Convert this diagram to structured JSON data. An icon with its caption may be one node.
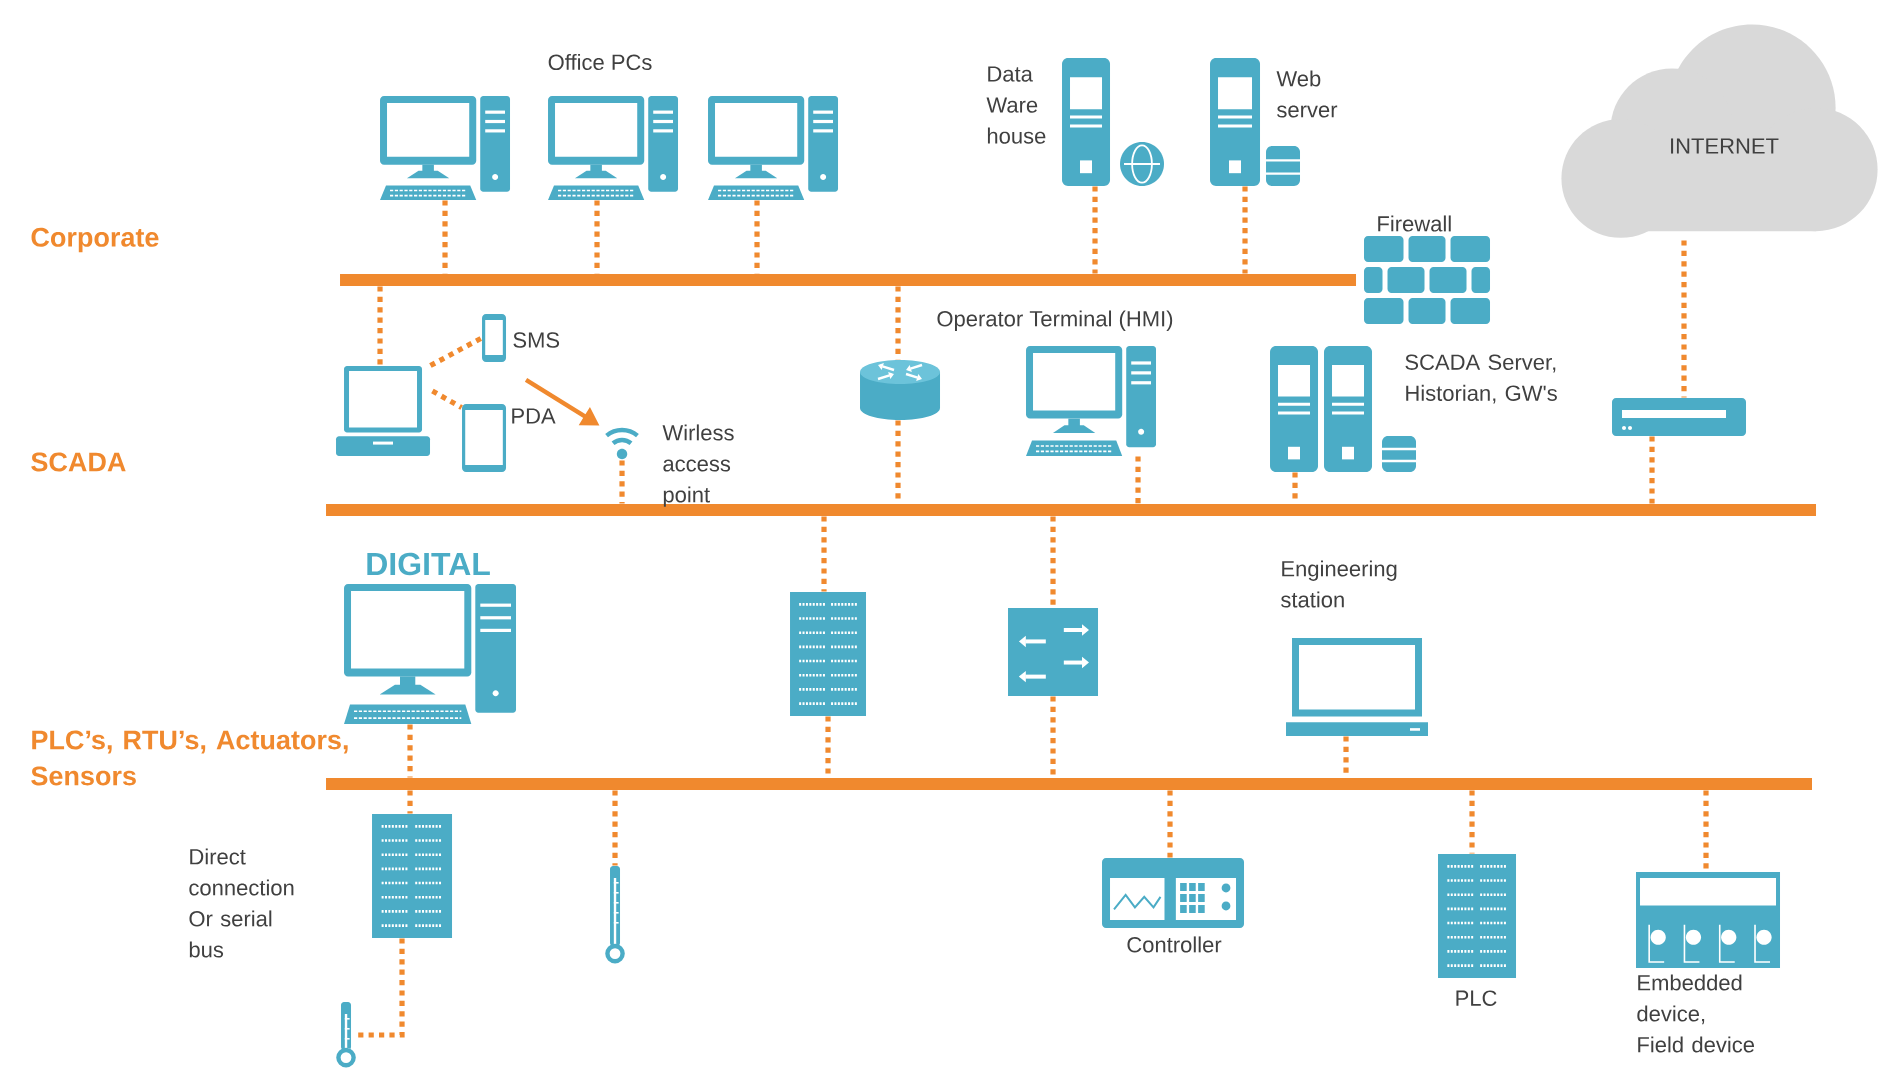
{
  "diagram": {
    "nodes": [
      {
        "text": [],
        "shape": "bar"
      },
      {
        "text": [],
        "shape": "bar"
      },
      {
        "text": [],
        "shape": "bar"
      },
      {
        "text": [],
        "shape": "picture"
      },
      {
        "text": [],
        "shape": "picture"
      },
      {
        "text": [],
        "shape": "picture"
      },
      {
        "text": [
          "Data Ware house"
        ]
      },
      {
        "text": [
          "Web server"
        ]
      },
      {
        "text": [
          "INTERNET"
        ]
      },
      {
        "text": [
          "Firewall"
        ]
      },
      {
        "text": [],
        "shape": "picture"
      },
      {
        "text": [
          "SMS"
        ]
      },
      {
        "text": [
          "PDA"
        ]
      },
      {
        "text": [
          "Wirless access point"
        ]
      },
      {
        "text": [],
        "shape": "cylinder"
      },
      {
        "text": [
          "Operator Terminal (HMI)"
        ]
      },
      {
        "text": [
          "SCADA Server, Historian, GW's"
        ]
      },
      {
        "text": [],
        "shape": "picture"
      },
      {
        "text": [
          "DIGITAL"
        ]
      },
      {
        "text": [],
        "shape": "picture"
      },
      {
        "text": [],
        "shape": "picture"
      },
      {
        "text": [
          "Engineering station"
        ]
      },
      {
        "text": [],
        "shape": "picture"
      },
      {
        "text": [],
        "shape": "thermometer"
      },
      {
        "text": [],
        "shape": "thermometer"
      },
      {
        "text": [
          "Controller"
        ]
      },
      {
        "text": [
          "PLC"
        ]
      },
      {
        "text": [
          "Embedded device, Field device"
        ]
      }
    ],
    "edges": [
      {
        "from": 3,
        "to": 0,
        "arrow": "none",
        "style": "dashed"
      },
      {
        "from": 4,
        "to": 0,
        "arrow": "none",
        "style": "dashed"
      },
      {
        "from": 5,
        "to": 0,
        "arrow": "none",
        "style": "dashed"
      },
      {
        "from": 6,
        "to": 0,
        "arrow": "none",
        "style": "dashed"
      },
      {
        "from": 7,
        "to": 0,
        "arrow": "none",
        "style": "dashed"
      },
      {
        "from": 8,
        "to": 17,
        "arrow": "none",
        "style": "dashed"
      },
      {
        "from": 0,
        "to": 10,
        "arrow": "none",
        "style": "dashed"
      },
      {
        "from": 10,
        "to": 11,
        "arrow": "none",
        "style": "dashed"
      },
      {
        "from": 10,
        "to": 12,
        "arrow": "none",
        "style": "dashed"
      },
      {
        "from": null,
        "to": 13,
        "arrow": "to"
      },
      {
        "from": 13,
        "to": 1,
        "arrow": "none",
        "style": "dashed"
      },
      {
        "from": 0,
        "to": 14,
        "arrow": "none",
        "style": "dashed"
      },
      {
        "from": 14,
        "to": 1,
        "arrow": "none",
        "style": "dashed"
      },
      {
        "from": 15,
        "to": 1,
        "arrow": "none",
        "style": "dashed"
      },
      {
        "from": 16,
        "to": 1,
        "arrow": "none",
        "style": "dashed"
      },
      {
        "from": 17,
        "to": 1,
        "arrow": "none",
        "style": "dashed"
      },
      {
        "from": 1,
        "to": 19,
        "arrow": "none",
        "style": "dashed"
      },
      {
        "from": 19,
        "to": 2,
        "arrow": "none",
        "style": "dashed"
      },
      {
        "from": 1,
        "to": 20,
        "arrow": "none",
        "style": "dashed"
      },
      {
        "from": 20,
        "to": 2,
        "arrow": "none",
        "style": "dashed"
      },
      {
        "from": 18,
        "to": 2,
        "arrow": "none",
        "style": "dashed"
      },
      {
        "from": 21,
        "to": 2,
        "arrow": "none",
        "style": "dashed"
      },
      {
        "from": 2,
        "to": 22,
        "arrow": "none",
        "style": "dashed"
      },
      {
        "from": 22,
        "to": 24,
        "arrow": "none",
        "style": "dashed"
      },
      {
        "from": 2,
        "to": 23,
        "arrow": "none",
        "style": "dashed"
      },
      {
        "from": 2,
        "to": 25,
        "arrow": "none",
        "style": "dashed"
      },
      {
        "from": 2,
        "to": 26,
        "arrow": "none",
        "style": "dashed"
      },
      {
        "from": 2,
        "to": 27,
        "arrow": "none",
        "style": "dashed"
      }
    ],
    "labels": [
      "Office PCs",
      "Corporate",
      "SCADA",
      "PLC’s, RTU’s, Actuators, Sensors",
      "Direct connection Or serial bus"
    ]
  }
}
